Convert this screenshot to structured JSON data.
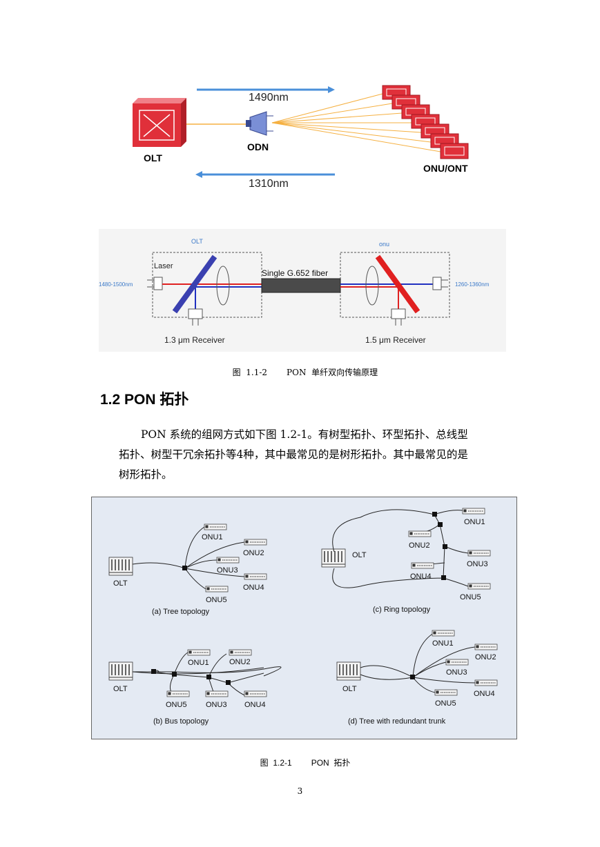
{
  "figure1": {
    "arrow_down_label": "1490nm",
    "arrow_up_label": "1310nm",
    "olt_label": "OLT",
    "odn_label": "ODN",
    "onu_label": "ONU/ONT",
    "colors": {
      "device": "#e0303a",
      "fiber": "#f5b041",
      "arrow": "#4a8fd9"
    }
  },
  "figure2": {
    "olt_title": "OLT",
    "onu_title": "onu",
    "laser_label": "Laser",
    "left_wavelength": "1480-1500nm",
    "right_wavelength": "1260-1360nm",
    "fiber_label": "Single G.652 fiber",
    "left_receiver": "1.3 μm Receiver",
    "right_receiver": "1.5 μm Receiver"
  },
  "caption1": {
    "num": "图  1.1-2",
    "text": "PON  单纤双向传输原理"
  },
  "section": {
    "heading": "1.2 PON  拓扑"
  },
  "paragraph": {
    "line1": "PON 系统的组网方式如下图 1.2-1。有树型拓扑、环型拓扑、总线型",
    "line2": "拓扑、树型干冗余拓扑等4种，其中最常见的是树形拓扑。其中最常见的是",
    "line3": "树形拓扑。"
  },
  "figure3": {
    "olt": "OLT",
    "tree": {
      "caption": "(a) Tree topology",
      "onus": [
        "ONU1",
        "ONU2",
        "ONU3",
        "ONU4",
        "ONU5"
      ]
    },
    "ring": {
      "caption": "(c) Ring topology",
      "onus": [
        "ONU1",
        "ONU2",
        "ONU3",
        "ONU4",
        "ONU5"
      ]
    },
    "bus": {
      "caption": "(b) Bus topology",
      "onus": [
        "ONU1",
        "ONU2",
        "ONU5",
        "ONU3",
        "ONU4"
      ]
    },
    "redundant": {
      "caption": "(d) Tree with redundant trunk",
      "onus": [
        "ONU1",
        "ONU2",
        "ONU3",
        "ONU4",
        "ONU5"
      ]
    },
    "colors": {
      "bg": "#e4eaf3"
    }
  },
  "caption2": {
    "num": "图  1.2-1",
    "text": "PON  拓扑"
  },
  "page": {
    "number": "3"
  }
}
